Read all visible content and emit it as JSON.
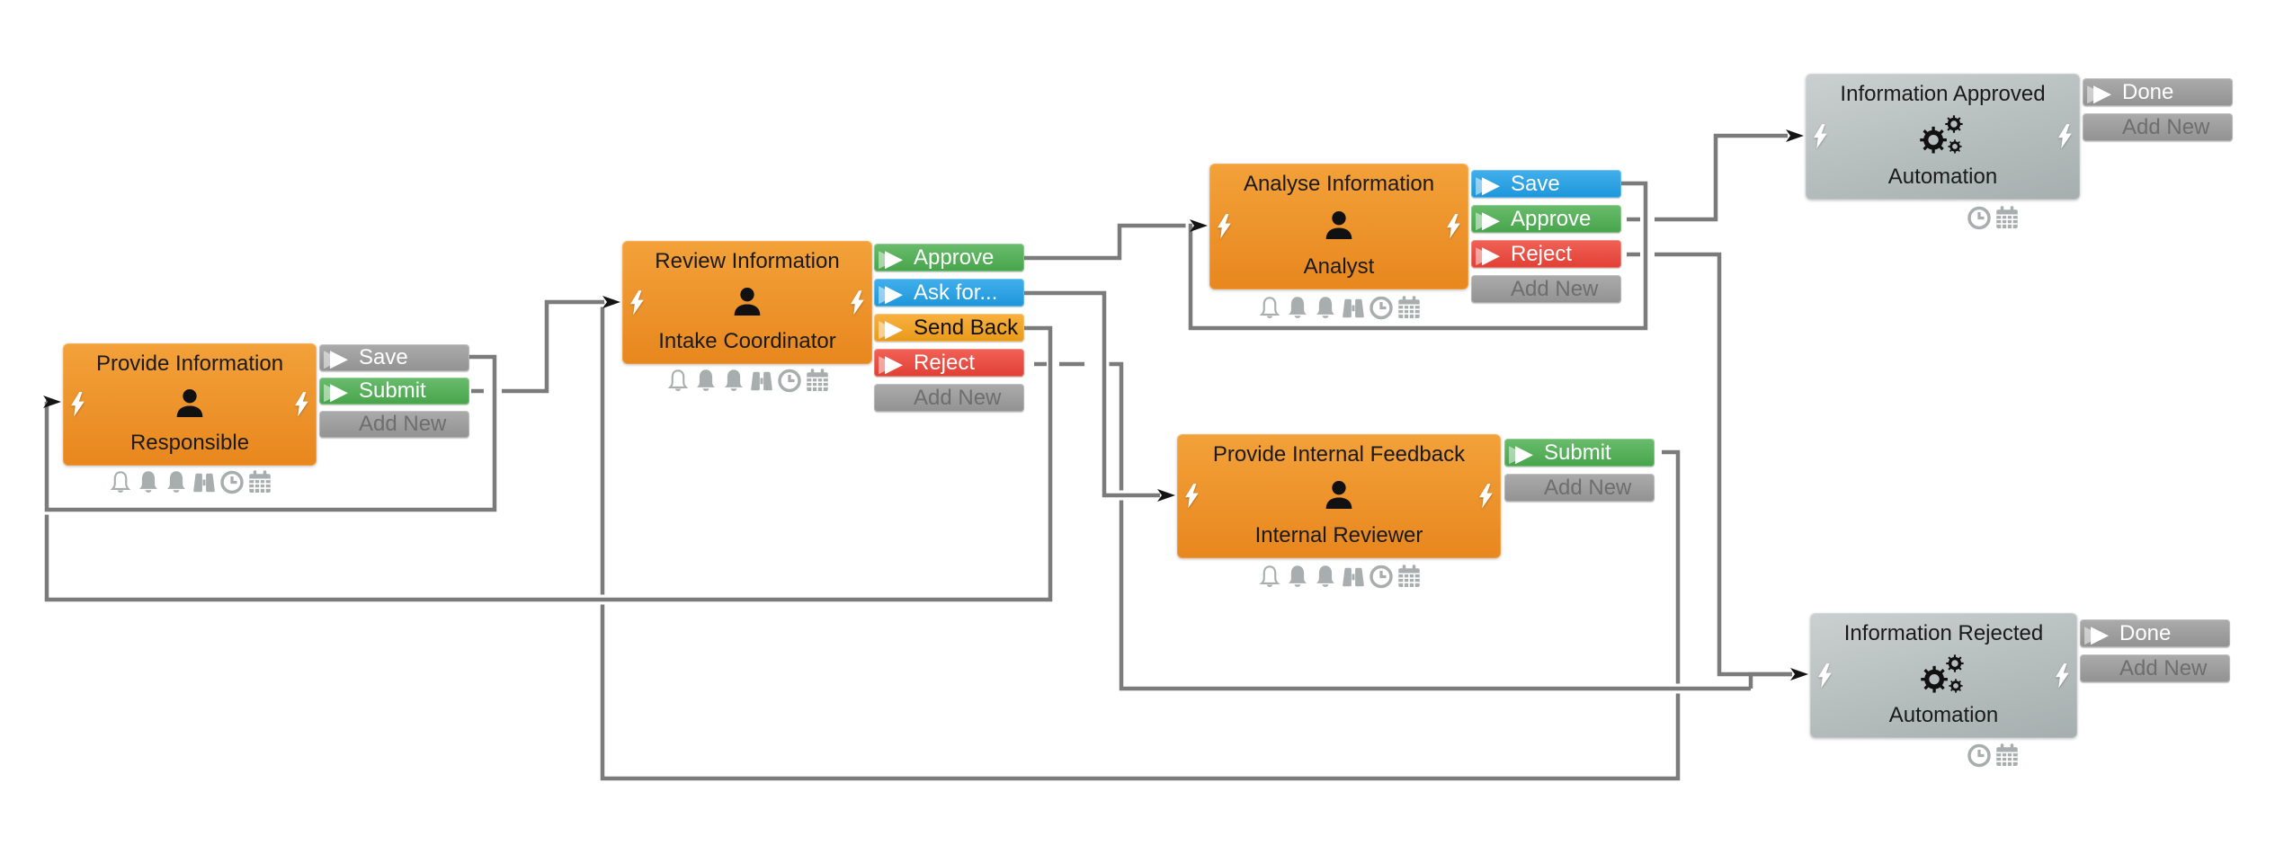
{
  "colors": {
    "canvas-bg": "#ffffff",
    "node-orange-top": "#F3A13A",
    "node-orange-bottom": "#E8871E",
    "node-auto-top": "#CAD0CF",
    "node-auto-bottom": "#A5AFAE",
    "btn-green": "#4CAF50",
    "btn-blue": "#1EA0E8",
    "btn-amber": "#F7A31B",
    "btn-red": "#EF4337",
    "btn-gray": "#9B9B9B",
    "btn-addnew": "#9B9B9B",
    "addnew-text": "#6E6E6E",
    "line-gray": "#7B7B7B",
    "icon-gray": "#A8AEAD",
    "text-black": "#1A1A1A"
  },
  "glyphs": {
    "transition_triangle": "▶"
  },
  "diagram": {
    "nodes": [
      {
        "title": "Provide Information",
        "role": "Responsible",
        "type": "user",
        "buttons": [
          {
            "label": "Save",
            "color": "gray"
          },
          {
            "label": "Submit",
            "color": "green"
          },
          {
            "label": "Add New",
            "color": "addnew"
          }
        ],
        "icons": [
          "bell-outline",
          "bell",
          "bell",
          "binoculars",
          "clock",
          "calendar"
        ]
      },
      {
        "title": "Review Information",
        "role": "Intake Coordinator",
        "type": "user",
        "buttons": [
          {
            "label": "Approve",
            "color": "green"
          },
          {
            "label": "Ask for...",
            "color": "blue"
          },
          {
            "label": "Send Back",
            "color": "amber"
          },
          {
            "label": "Reject",
            "color": "red"
          },
          {
            "label": "Add New",
            "color": "addnew"
          }
        ],
        "icons": [
          "bell-outline",
          "bell",
          "bell",
          "binoculars",
          "clock",
          "calendar"
        ]
      },
      {
        "title": "Analyse Information",
        "role": "Analyst",
        "type": "user",
        "buttons": [
          {
            "label": "Save",
            "color": "blue"
          },
          {
            "label": "Approve",
            "color": "green"
          },
          {
            "label": "Reject",
            "color": "red"
          },
          {
            "label": "Add New",
            "color": "addnew"
          }
        ],
        "icons": [
          "bell-outline",
          "bell",
          "bell",
          "binoculars",
          "clock",
          "calendar"
        ]
      },
      {
        "title": "Provide Internal Feedback",
        "role": "Internal Reviewer",
        "type": "user",
        "buttons": [
          {
            "label": "Submit",
            "color": "green"
          },
          {
            "label": "Add New",
            "color": "addnew"
          }
        ],
        "icons": [
          "bell-outline",
          "bell",
          "bell",
          "binoculars",
          "clock",
          "calendar"
        ]
      },
      {
        "title": "Information Approved",
        "role": "Automation",
        "type": "automation",
        "buttons": [
          {
            "label": "Done",
            "color": "gray"
          },
          {
            "label": "Add New",
            "color": "addnew"
          }
        ],
        "icons": [
          "clock",
          "calendar"
        ]
      },
      {
        "title": "Information Rejected",
        "role": "Automation",
        "type": "automation",
        "buttons": [
          {
            "label": "Done",
            "color": "gray"
          },
          {
            "label": "Add New",
            "color": "addnew"
          }
        ],
        "icons": [
          "clock",
          "calendar"
        ]
      }
    ],
    "edges": [
      {
        "from": "Provide Information",
        "action": "Save",
        "to": "Provide Information"
      },
      {
        "from": "Provide Information",
        "action": "Submit",
        "to": "Review Information"
      },
      {
        "from": "Review Information",
        "action": "Approve",
        "to": "Analyse Information"
      },
      {
        "from": "Review Information",
        "action": "Ask for...",
        "to": "Provide Internal Feedback"
      },
      {
        "from": "Review Information",
        "action": "Send Back",
        "to": "Provide Information"
      },
      {
        "from": "Review Information",
        "action": "Reject",
        "to": "Information Rejected"
      },
      {
        "from": "Analyse Information",
        "action": "Save",
        "to": "Analyse Information"
      },
      {
        "from": "Analyse Information",
        "action": "Approve",
        "to": "Information Approved"
      },
      {
        "from": "Analyse Information",
        "action": "Reject",
        "to": "Information Rejected"
      },
      {
        "from": "Provide Internal Feedback",
        "action": "Submit",
        "to": "Review Information"
      }
    ]
  }
}
